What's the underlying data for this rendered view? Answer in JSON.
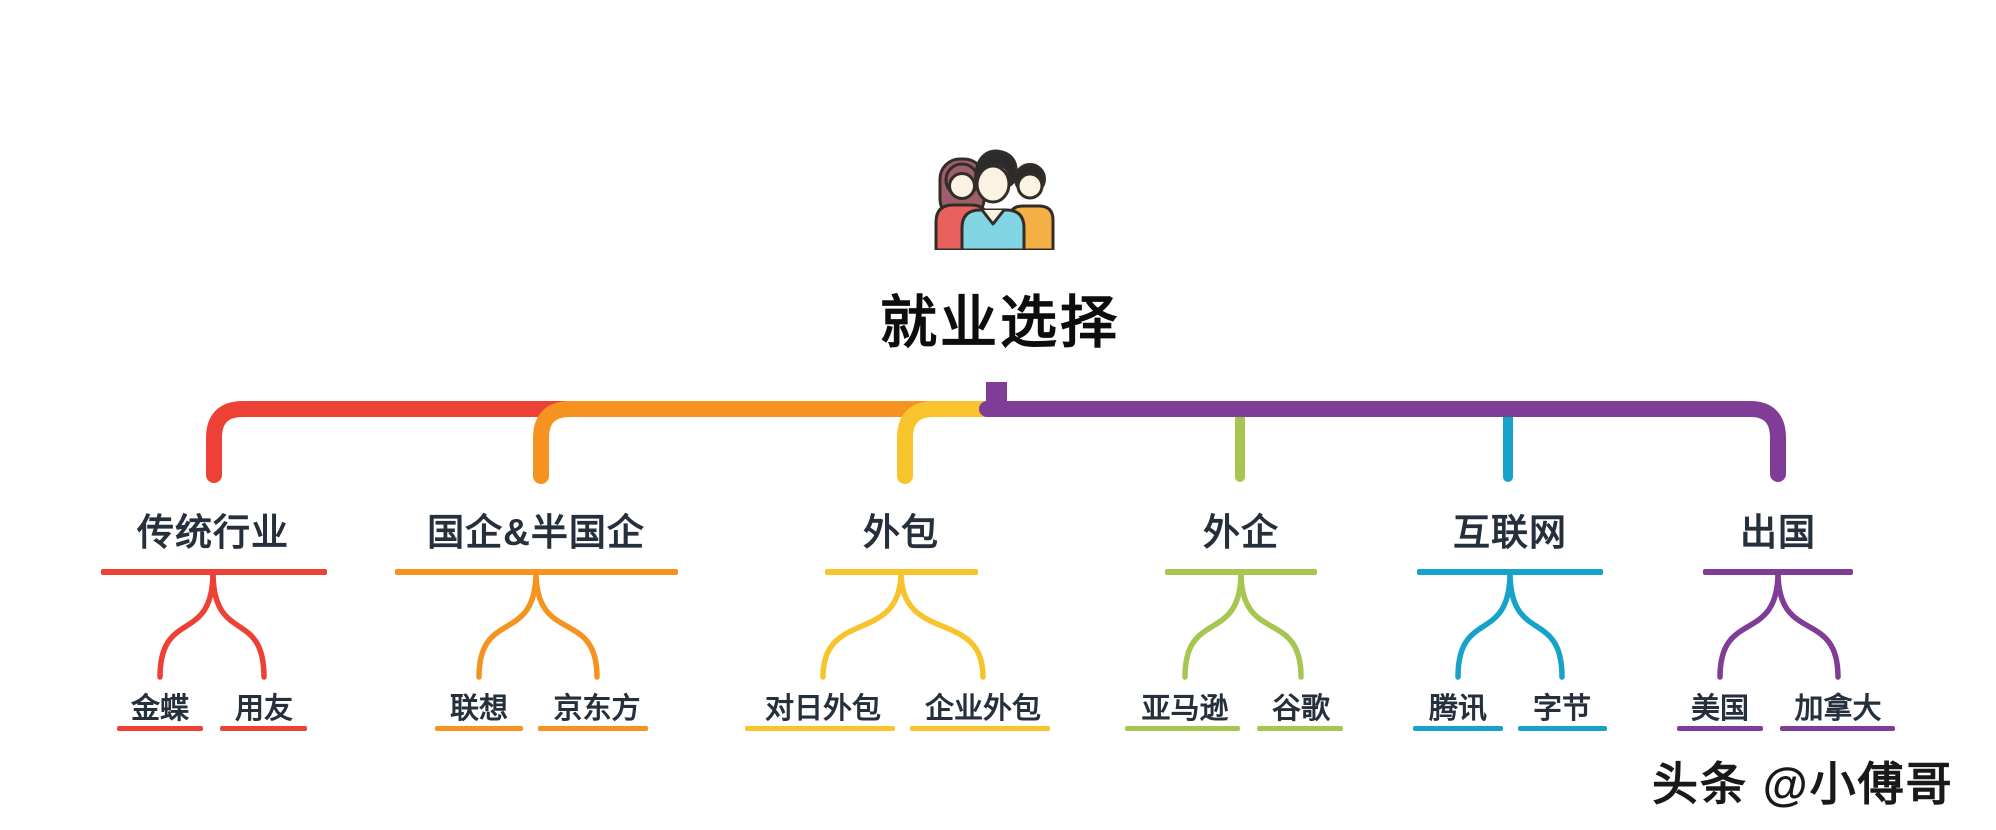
{
  "title": "就业选择",
  "icon": "people-group",
  "watermark": "头条 @小傅哥",
  "colors": {
    "background": "#FFFFFF",
    "text": "#25303C",
    "title_text": "#0D0D0D",
    "branch_red": "#ED4136",
    "branch_orange": "#F6921F",
    "branch_yellow": "#F8C32C",
    "branch_green": "#A5C651",
    "branch_cyan": "#17A3C9",
    "branch_purple": "#7F3D97"
  },
  "branches": [
    {
      "label": "传统行业",
      "color": "#ED4136",
      "children": [
        "金蝶",
        "用友"
      ]
    },
    {
      "label": "国企&半国企",
      "color": "#F6921F",
      "children": [
        "联想",
        "京东方"
      ]
    },
    {
      "label": "外包",
      "color": "#F8C32C",
      "children": [
        "对日外包",
        "企业外包"
      ]
    },
    {
      "label": "外企",
      "color": "#A5C651",
      "children": [
        "亚马逊",
        "谷歌"
      ]
    },
    {
      "label": "互联网",
      "color": "#17A3C9",
      "children": [
        "腾讯",
        "字节"
      ]
    },
    {
      "label": "出国",
      "color": "#7F3D97",
      "children": [
        "美国",
        "加拿大"
      ]
    }
  ]
}
